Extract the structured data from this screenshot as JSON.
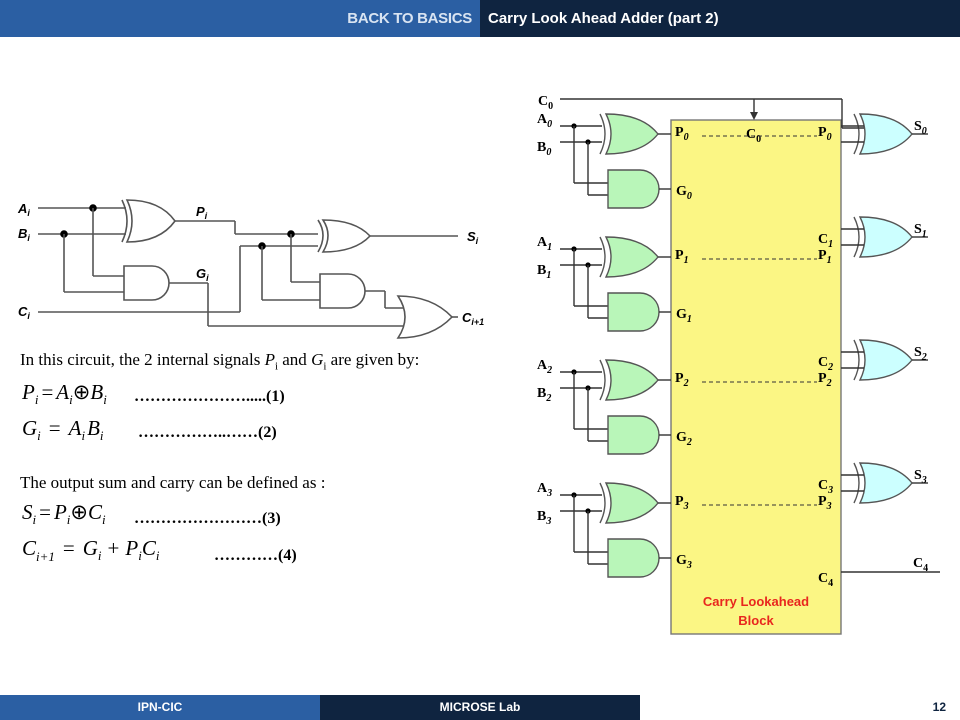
{
  "header": {
    "section": "BACK TO BASICS",
    "title": "Carry Look Ahead Adder (part 2)"
  },
  "footer": {
    "left": "IPN-CIC",
    "center": "MICROSE Lab",
    "page": "12"
  },
  "small_circuit": {
    "inputs": {
      "a": "A",
      "b": "B",
      "c": "C",
      "i": "i"
    },
    "signals": {
      "p": "P",
      "g": "G",
      "s": "S",
      "c_next": "C",
      "i": "i",
      "i1": "i+1"
    }
  },
  "text": {
    "intro_prefix": "In this circuit, the 2 internal signals ",
    "intro_p": "P",
    "intro_i": "i",
    "intro_and": " and ",
    "intro_g": "G",
    "intro_suffix": " are given by:",
    "output_line": "The output sum and carry can be defined as :"
  },
  "equations": [
    {
      "lhs": "P",
      "sub": "i",
      "eq": "=",
      "rhs1": "A",
      "sub1": "i",
      "op": "⊕",
      "rhs2": "B",
      "sub2": "i",
      "dots": "………………….....",
      "num": "(1)"
    },
    {
      "lhs": "G",
      "sub": "i",
      "eq": "=",
      "rhs1": "A",
      "sub1": "i",
      "op": "",
      "rhs2": "B",
      "sub2": "i",
      "dots": "……………..……",
      "num": "(2)"
    },
    {
      "lhs": "S",
      "sub": "i",
      "eq": "=",
      "rhs1": "P",
      "sub1": "i",
      "op": "⊕",
      "rhs2": "C",
      "sub2": "i",
      "dots": "……………………",
      "num": "(3)"
    },
    {
      "lhs": "C",
      "sub": "i+1",
      "eq": "=",
      "rhs1": "G",
      "sub1": "i",
      "op": "+",
      "rhs2": "P",
      "sub2": "i",
      "rhs3": "C",
      "sub3": "i",
      "dots": "…………",
      "num": "(4)"
    }
  ],
  "cla": {
    "c0_in": "C",
    "c0_sub": "0",
    "c0_block": "C",
    "inputs": [
      {
        "a": "A",
        "b": "B",
        "idx": "0",
        "p": "P",
        "g": "G",
        "s": "S"
      },
      {
        "a": "A",
        "b": "B",
        "idx": "1",
        "p": "P",
        "g": "G",
        "s": "S"
      },
      {
        "a": "A",
        "b": "B",
        "idx": "2",
        "p": "P",
        "g": "G",
        "s": "S"
      },
      {
        "a": "A",
        "b": "B",
        "idx": "3",
        "p": "P",
        "g": "G",
        "s": "S"
      }
    ],
    "carry_labels": [
      "C",
      "C",
      "C"
    ],
    "carry_subs": [
      "1",
      "2",
      "3"
    ],
    "c4_block": "C",
    "c4_out": "C",
    "c4_sub": "4",
    "block_label_line1": "Carry Lookahead",
    "block_label_line2": "Block",
    "colors": {
      "block": "#fbf684",
      "xor_fill": "#ccffff",
      "gate_fill": "#b9f6b9",
      "block_text": "#e8261e"
    }
  }
}
